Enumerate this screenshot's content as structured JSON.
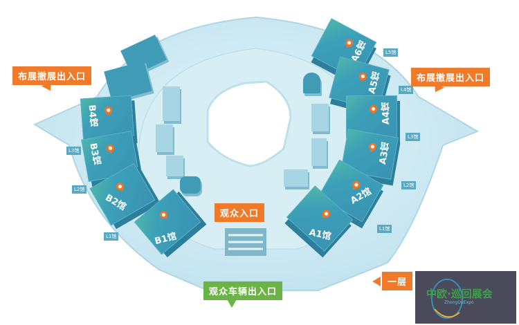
{
  "map_title": "",
  "signs": {
    "setup_entrance_left": "布展撤展出入口",
    "setup_entrance_right": "布展撤展出入口",
    "visitor_entrance": "观众入口",
    "vehicle_entrance": "观众车辆出入口",
    "floor_label": "一层"
  },
  "halls": [
    {
      "id": "A1",
      "label": "A1馆"
    },
    {
      "id": "A2",
      "label": "A2馆"
    },
    {
      "id": "A3",
      "label": "A3馆"
    },
    {
      "id": "A4",
      "label": "A4馆"
    },
    {
      "id": "A5",
      "label": "A5馆"
    },
    {
      "id": "A6",
      "label": "A6馆"
    },
    {
      "id": "B1",
      "label": "B1馆"
    },
    {
      "id": "B2",
      "label": "B2馆"
    },
    {
      "id": "B3",
      "label": "B3馆"
    },
    {
      "id": "B4",
      "label": "B4馆"
    }
  ],
  "connectors": {
    "L1": "L1馆",
    "L2": "L2馆",
    "L3": "L3馆",
    "L4": "L4馆",
    "L5": "L5馆"
  },
  "logo": {
    "text": "中欧·巡回展会",
    "subtext": "ZhongOuExpo"
  },
  "colors": {
    "hall": "#3a93b3",
    "accent": "#ef7b2a",
    "green": "#6ab445",
    "base": "#cfe9f2"
  }
}
